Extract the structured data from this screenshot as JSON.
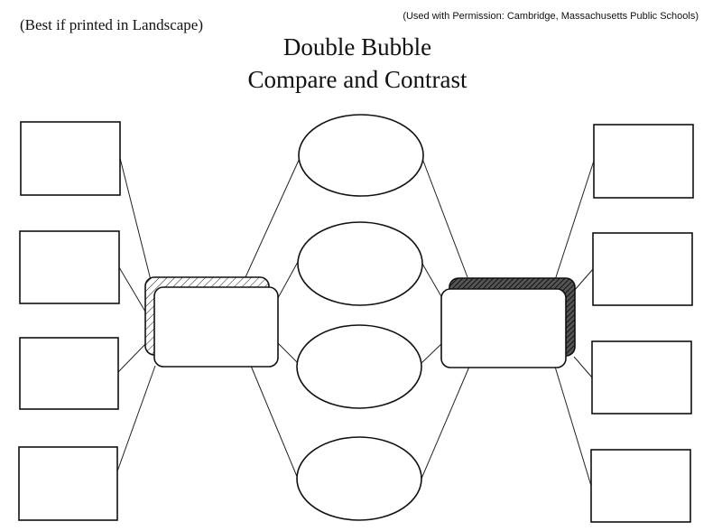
{
  "header": {
    "print_note": "(Best if printed in Landscape)",
    "permission_note": "(Used with Permission: Cambridge, Massachusetts Public Schools)"
  },
  "title": {
    "line1": "Double Bubble",
    "line2": "Compare and Contrast"
  },
  "diagram": {
    "left_difference_boxes": 4,
    "shared_bubbles": 4,
    "right_difference_boxes": 4,
    "left_topic_shadow": "hatched",
    "right_topic_shadow": "dark-hatched"
  },
  "colors": {
    "line": "#111111",
    "background": "#ffffff",
    "dark_shadow": "#3a3a3a"
  }
}
